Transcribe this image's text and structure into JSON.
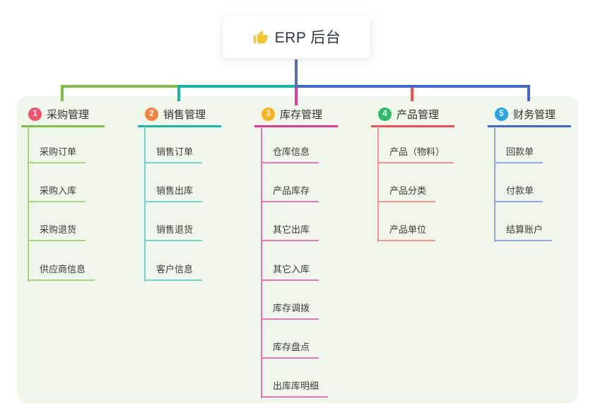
{
  "root": {
    "title": "ERP 后台",
    "icon": "thumbs-up-icon",
    "connector_color": "#5b6bc0"
  },
  "panel": {
    "background": "#eef7e9"
  },
  "branches": [
    {
      "number": "1",
      "title": "采购管理",
      "badge_color": "#f4536e",
      "line_color": "#7fbf44",
      "sub_line_color": "#a9d47e",
      "items": [
        "采购订单",
        "采购入库",
        "采购退货",
        "供应商信息"
      ]
    },
    {
      "number": "2",
      "title": "销售管理",
      "badge_color": "#f5823f",
      "line_color": "#14b8ac",
      "sub_line_color": "#72d2c8",
      "items": [
        "销售订单",
        "销售出库",
        "销售退货",
        "客户信息"
      ]
    },
    {
      "number": "3",
      "title": "库存管理",
      "badge_color": "#ffb11e",
      "line_color": "#e23a9c",
      "sub_line_color": "#ee74ba",
      "items": [
        "仓库信息",
        "产品库存",
        "其它出库",
        "其它入库",
        "库存调拨",
        "库存盘点",
        "出库库明细"
      ]
    },
    {
      "number": "4",
      "title": "产品管理",
      "badge_color": "#2ebd66",
      "line_color": "#fa4b51",
      "sub_line_color": "#fb9193",
      "items": [
        "产品（物料）",
        "产品分类",
        "产品单位"
      ]
    },
    {
      "number": "5",
      "title": "财务管理",
      "badge_color": "#29a4e5",
      "line_color": "#3f66d4",
      "sub_line_color": "#8fa7e8",
      "items": [
        "回款单",
        "付款单",
        "结算账户"
      ]
    }
  ]
}
